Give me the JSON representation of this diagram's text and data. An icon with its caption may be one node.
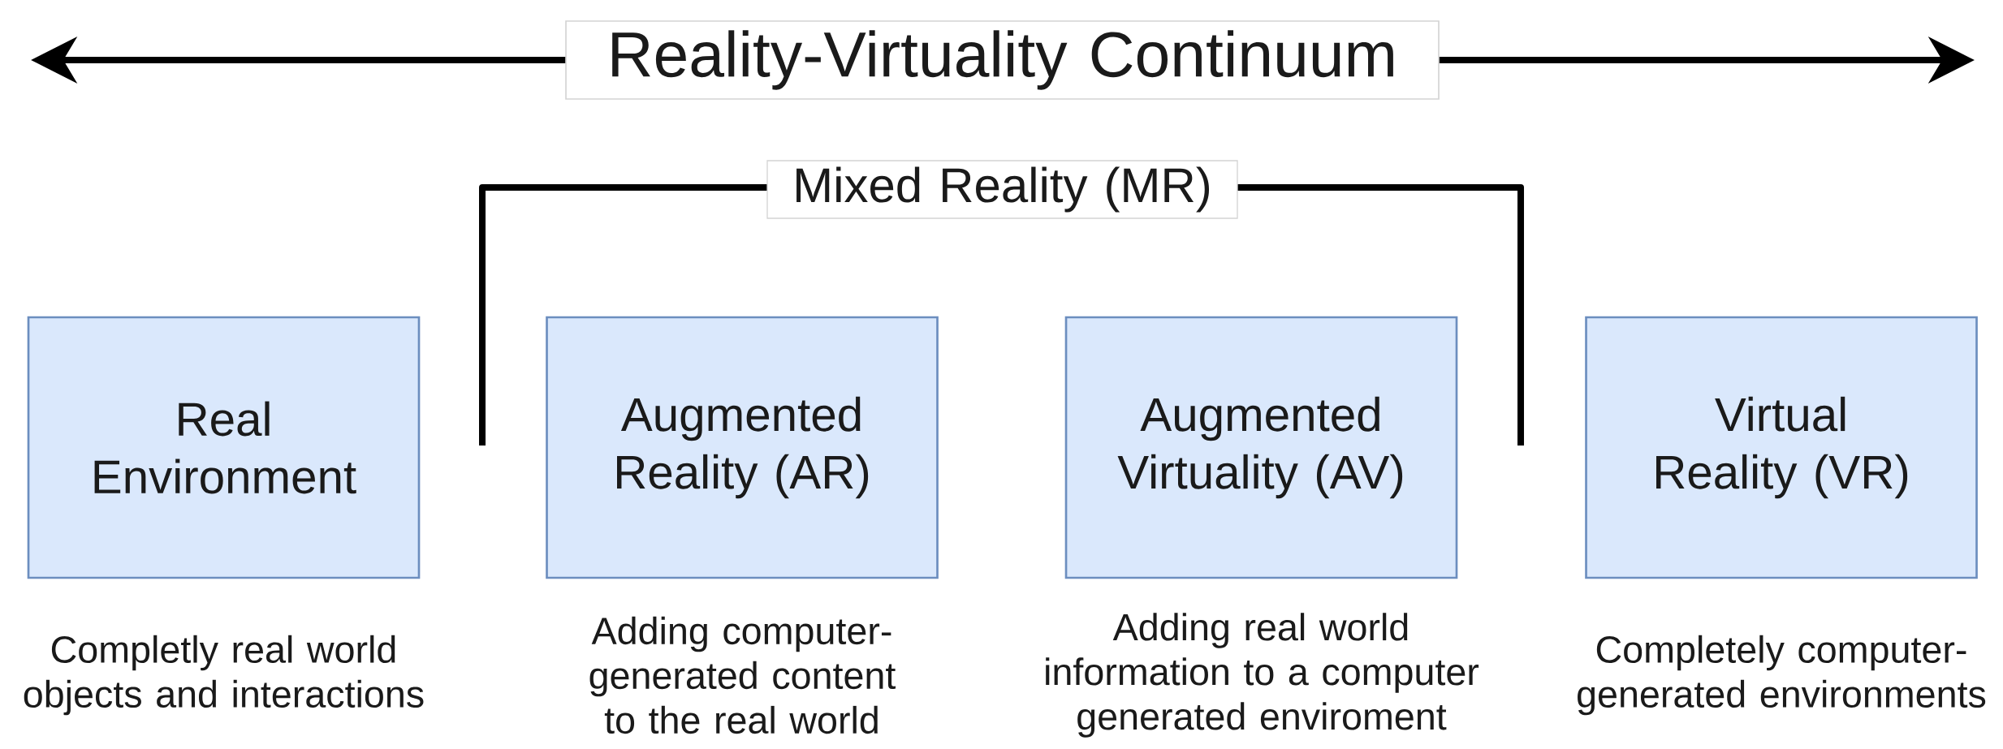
{
  "diagram": {
    "nodes": [
      {
        "text": [
          "Reality-Virtuality Continuum"
        ]
      },
      {
        "text": [
          "Mixed Reality (MR)"
        ]
      },
      {
        "text": [
          "Real Environment"
        ],
        "beside": [
          "Completly real world objects and interactions"
        ]
      },
      {
        "text": [
          "Augmented Reality (AR)"
        ],
        "beside": [
          "Adding computer-generated content to the real world"
        ]
      },
      {
        "text": [
          "Augmented Virtuality (AV)"
        ],
        "beside": [
          "Adding real world information to a computer generated enviroment"
        ]
      },
      {
        "text": [
          "Virtual Reality (VR)"
        ],
        "beside": [
          "Completely computer-generated environments"
        ]
      }
    ]
  }
}
